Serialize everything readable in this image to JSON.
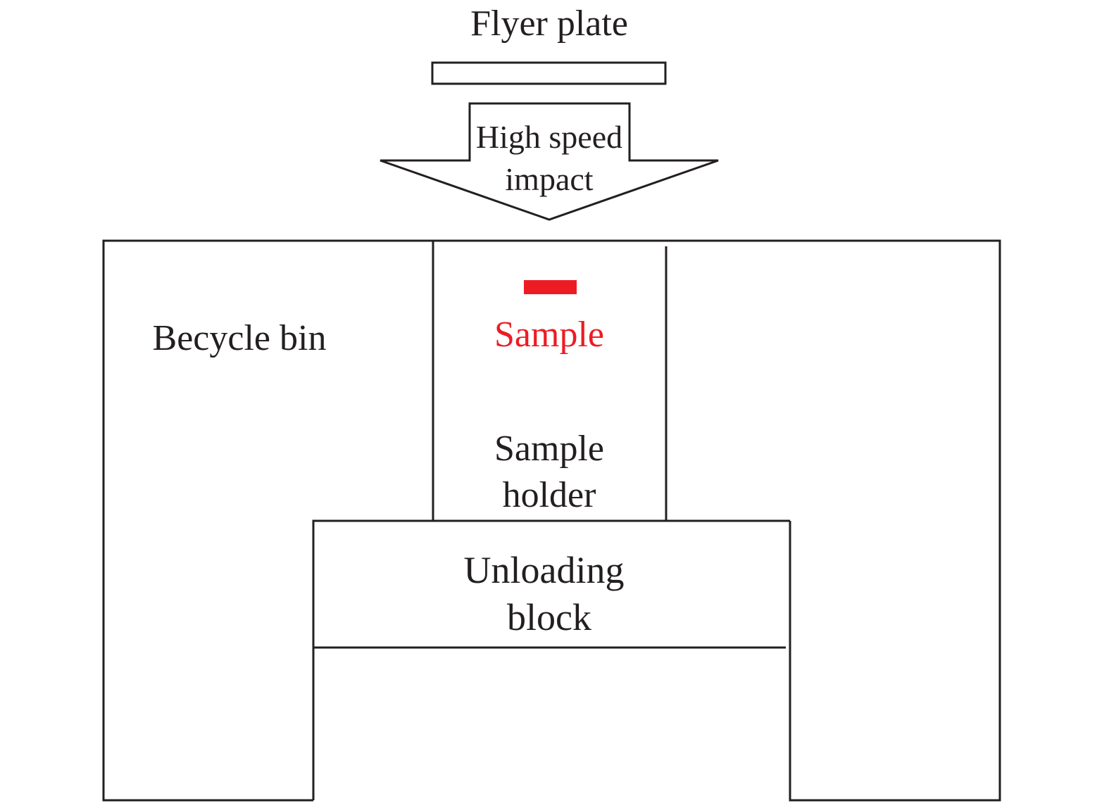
{
  "colors": {
    "line": "#231f20",
    "text": "#231f20",
    "sample": "#ed1c24",
    "background": "#ffffff"
  },
  "labels": {
    "flyer_plate": "Flyer plate",
    "impact_line1": "High speed",
    "impact_line2": "impact",
    "recycle_bin": "Becycle bin",
    "sample": "Sample",
    "sample_holder_line1": "Sample",
    "sample_holder_line2": "holder",
    "unloading_block_line1": "Unloading",
    "unloading_block_line2": "block"
  }
}
